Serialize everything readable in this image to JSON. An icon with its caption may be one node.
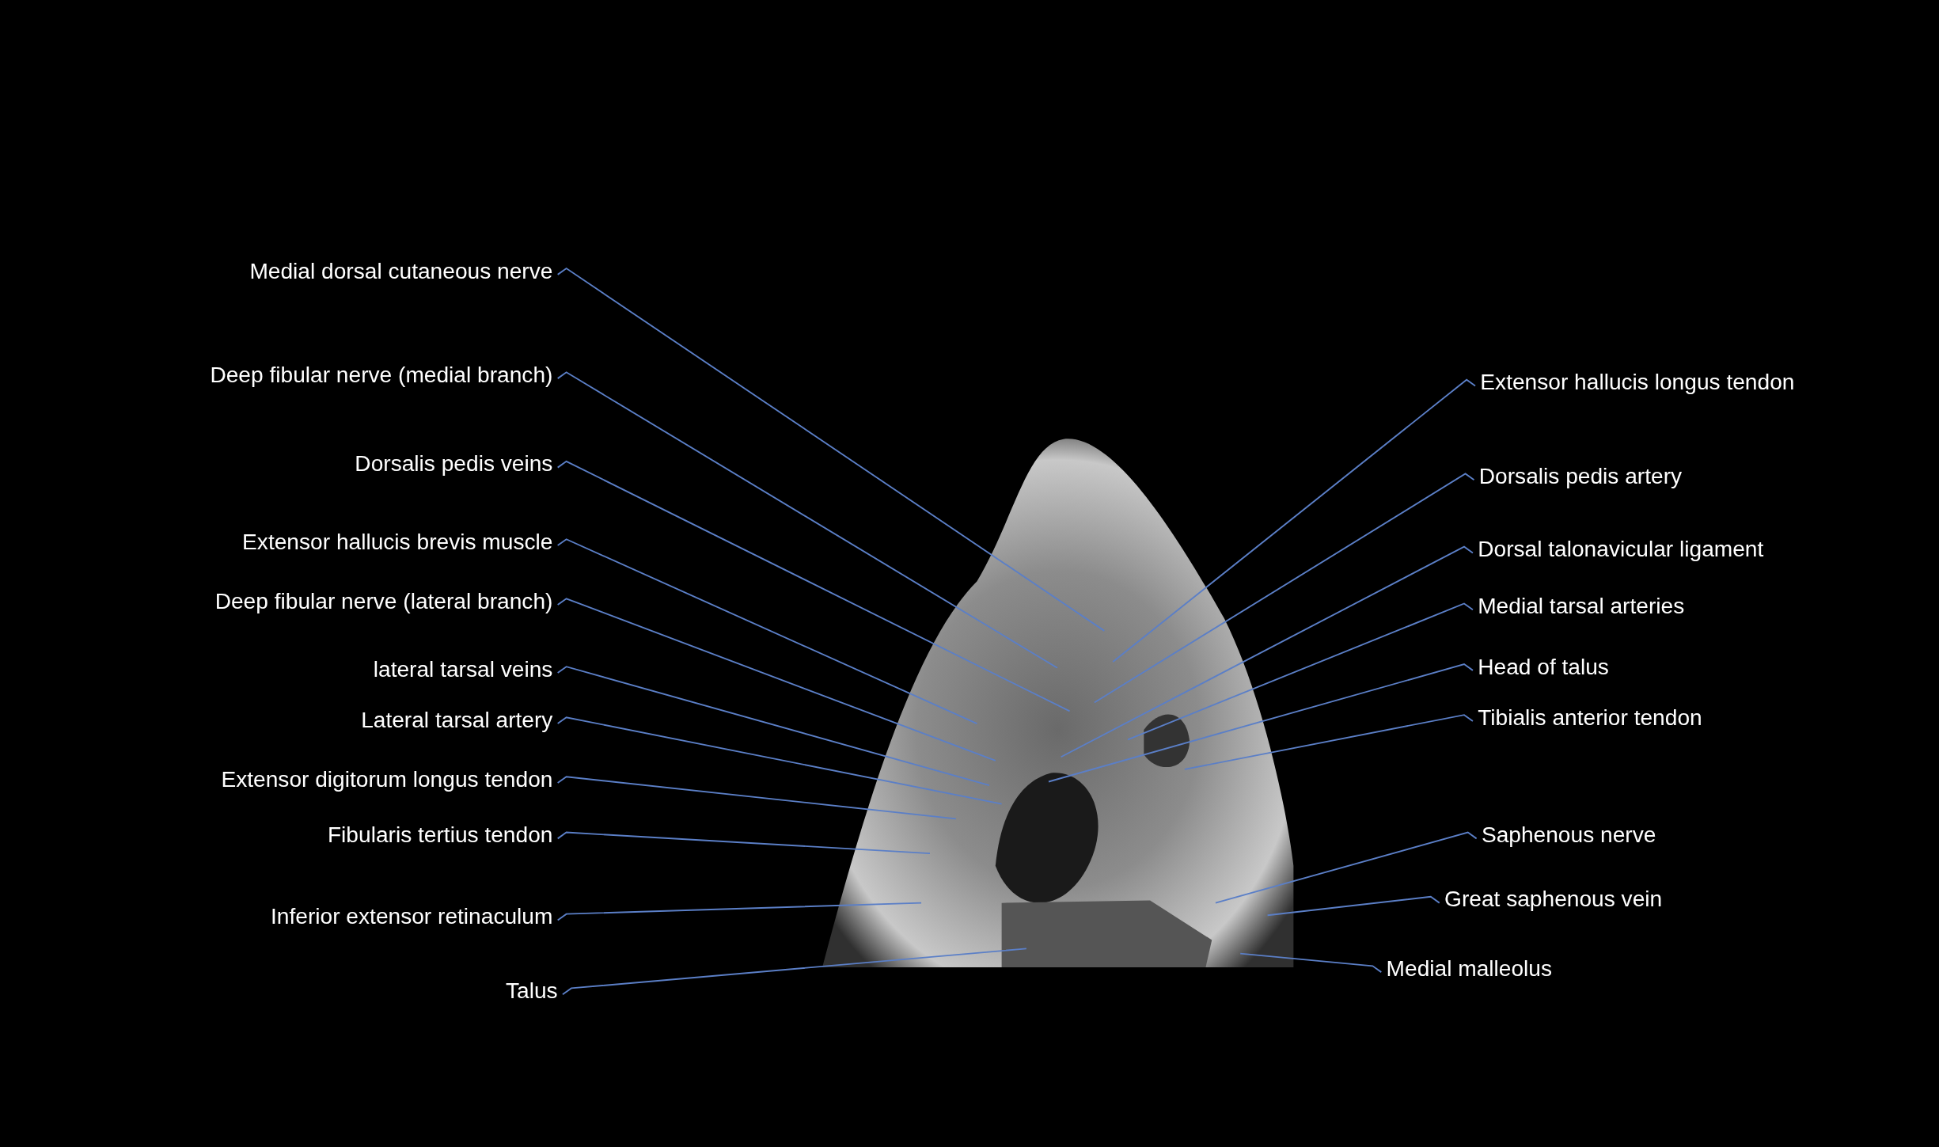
{
  "diagram": {
    "nodes": [
      {
        "text": [
          "Medial dorsal cutaneous nerve"
        ]
      },
      {
        "text": [
          "Deep fibular nerve (medial branch)"
        ]
      },
      {
        "text": [
          "Dorsalis pedis veins"
        ]
      },
      {
        "text": [
          "Extensor hallucis brevis muscle"
        ]
      },
      {
        "text": [
          "Deep fibular nerve (lateral branch)"
        ]
      },
      {
        "text": [
          "lateral tarsal veins"
        ]
      },
      {
        "text": [
          "Lateral tarsal artery"
        ]
      },
      {
        "text": [
          "Extensor digitorum longus tendon"
        ]
      },
      {
        "text": [
          "Fibularis tertius tendon"
        ]
      },
      {
        "text": [
          "Inferior extensor retinaculum"
        ]
      },
      {
        "text": [
          "Talus"
        ]
      },
      {
        "text": [
          "Extensor hallucis longus tendon"
        ]
      },
      {
        "text": [
          "Dorsalis pedis artery"
        ]
      },
      {
        "text": [
          "Dorsal talonavicular ligament"
        ]
      },
      {
        "text": [
          "Medial tarsal arteries"
        ]
      },
      {
        "text": [
          "Head of talus"
        ]
      },
      {
        "text": [
          "Tibialis anterior tendon"
        ]
      },
      {
        "text": [
          "Saphenous nerve"
        ]
      },
      {
        "text": [
          "Great saphenous vein"
        ]
      },
      {
        "text": [
          "Medial malleolus"
        ]
      }
    ],
    "edges": [
      {
        "from": 0,
        "to": null,
        "arrow": "none"
      },
      {
        "from": 1,
        "to": null,
        "arrow": "none"
      },
      {
        "from": 2,
        "to": null,
        "arrow": "none"
      },
      {
        "from": 3,
        "to": null,
        "arrow": "none"
      },
      {
        "from": 4,
        "to": null,
        "arrow": "none"
      },
      {
        "from": 5,
        "to": null,
        "arrow": "none"
      },
      {
        "from": 6,
        "to": null,
        "arrow": "none"
      },
      {
        "from": 7,
        "to": null,
        "arrow": "none"
      },
      {
        "from": 8,
        "to": null,
        "arrow": "none"
      },
      {
        "from": 9,
        "to": null,
        "arrow": "none"
      },
      {
        "from": 10,
        "to": null,
        "arrow": "none"
      },
      {
        "from": 11,
        "to": null,
        "arrow": "none"
      },
      {
        "from": 12,
        "to": null,
        "arrow": "none"
      },
      {
        "from": 13,
        "to": null,
        "arrow": "none"
      },
      {
        "from": 14,
        "to": null,
        "arrow": "none"
      },
      {
        "from": 15,
        "to": null,
        "arrow": "none"
      },
      {
        "from": 16,
        "to": null,
        "arrow": "none"
      },
      {
        "from": 17,
        "to": null,
        "arrow": "none"
      },
      {
        "from": 18,
        "to": null,
        "arrow": "none"
      },
      {
        "from": 19,
        "to": null,
        "arrow": "none"
      }
    ]
  }
}
